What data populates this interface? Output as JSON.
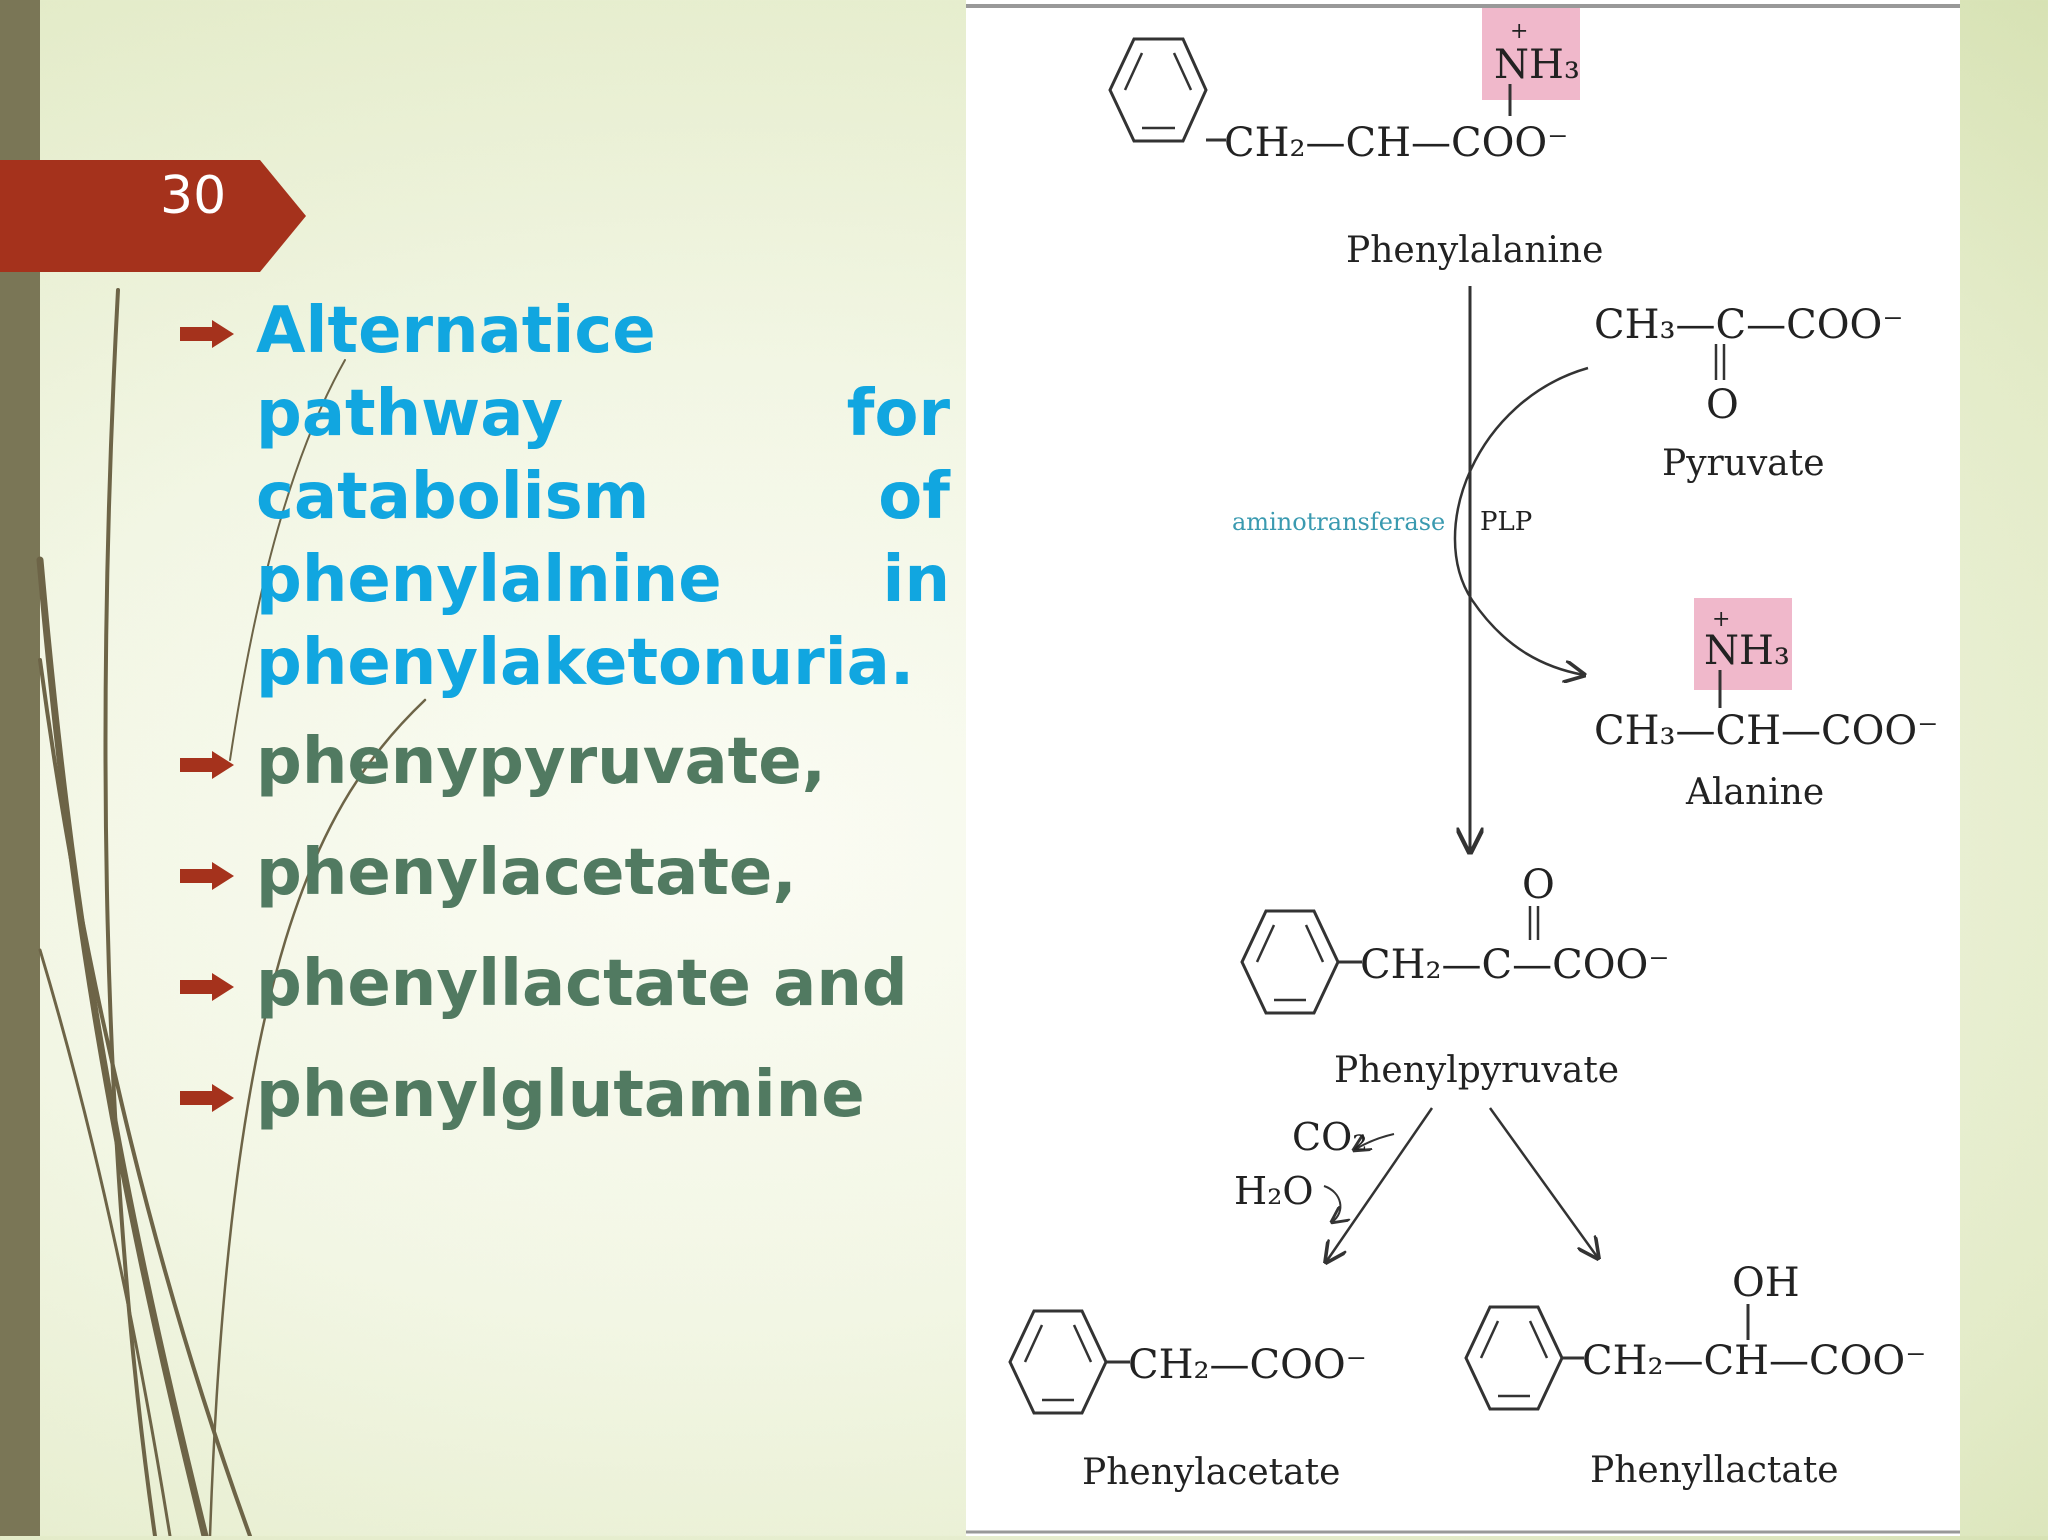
{
  "slide": {
    "number": "30"
  },
  "bullets": [
    {
      "text": "Alternatice pathway for catabolism of phenylalnine in phenylaketonuria.",
      "style": "heading"
    },
    {
      "text": "phenypyruvate,",
      "style": "item"
    },
    {
      "text": "phenylacetate,",
      "style": "item"
    },
    {
      "text": "phenyllactate and",
      "style": "item"
    },
    {
      "text": "phenylglutamine",
      "style": "item"
    }
  ],
  "diagram": {
    "phenylalanine": {
      "charge": "+",
      "amino": "NH₃",
      "chain": "CH₂—CH—COO⁻",
      "name": "Phenylalanine"
    },
    "pyruvate": {
      "chain": "CH₃—C—COO⁻",
      "oxygen": "O",
      "name": "Pyruvate"
    },
    "enzyme": {
      "name": "aminotransferase",
      "cofactor": "PLP"
    },
    "alanine": {
      "charge": "+",
      "amino": "NH₃",
      "chain": "CH₃—CH—COO⁻",
      "name": "Alanine"
    },
    "phenylpyruvate": {
      "oxygen": "O",
      "chain": "CH₂—C—COO⁻",
      "name": "Phenylpyruvate"
    },
    "byproducts": {
      "co2": "CO₂",
      "h2o": "H₂O"
    },
    "phenylacetate": {
      "chain": "CH₂—COO⁻",
      "name": "Phenylacetate"
    },
    "phenyllactate": {
      "hydroxyl": "OH",
      "chain": "CH₂—CH—COO⁻",
      "name": "Phenyllactate"
    }
  },
  "colors": {
    "badge": "#a5321c",
    "heading_text": "#11a6e0",
    "item_text": "#517a61",
    "amino_highlight": "#f0b8cb",
    "enzyme_text": "#3a9ab0"
  }
}
